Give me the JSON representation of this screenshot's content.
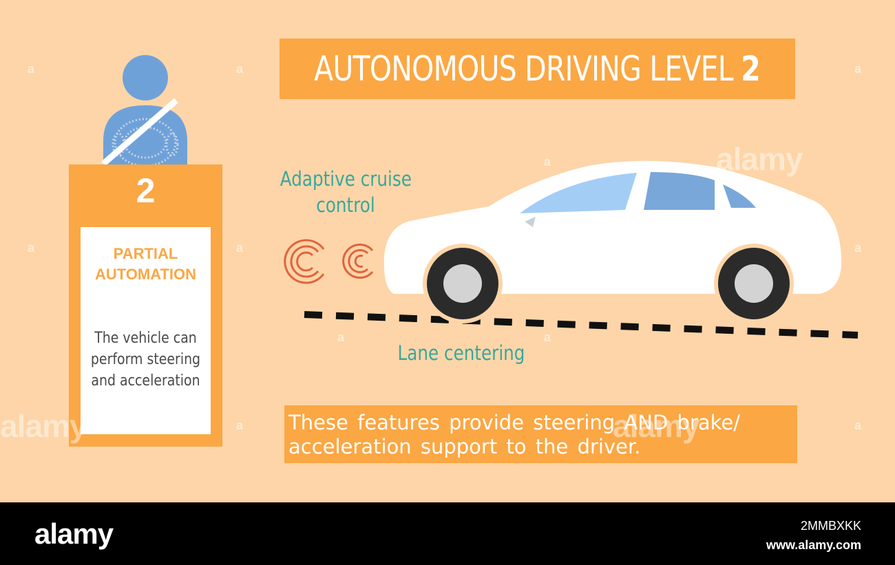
{
  "title": {
    "text": "AUTONOMOUS DRIVING LEVEL",
    "level": "2"
  },
  "level_card": {
    "number": "2",
    "name_line1": "PARTIAL",
    "name_line2": "AUTOMATION",
    "desc_line1": "The vehicle can",
    "desc_line2": "perform steering",
    "desc_line3": "and acceleration"
  },
  "features": {
    "acc_line1": "Adaptive cruise",
    "acc_line2": "control",
    "lane": "Lane centering"
  },
  "summary": {
    "line1": "These features provide steering AND brake/",
    "line2": "acceleration support to the driver."
  },
  "watermark": {
    "brand": "alamy",
    "small": "a"
  },
  "footer": {
    "logo": "alamy",
    "image_id": "2MMBXKK",
    "url": "www.alamy.com"
  },
  "colors": {
    "background": "#fdd5a8",
    "accent_orange": "#fba744",
    "teal": "#38a89d",
    "person_blue": "#6fa1d9",
    "signal_red": "#e0643e",
    "car_window": "#a3cdf5"
  },
  "icons": [
    "driver-icon",
    "steering-wheel-icon",
    "seatbelt-icon",
    "radar-signal-icon",
    "car-icon"
  ]
}
